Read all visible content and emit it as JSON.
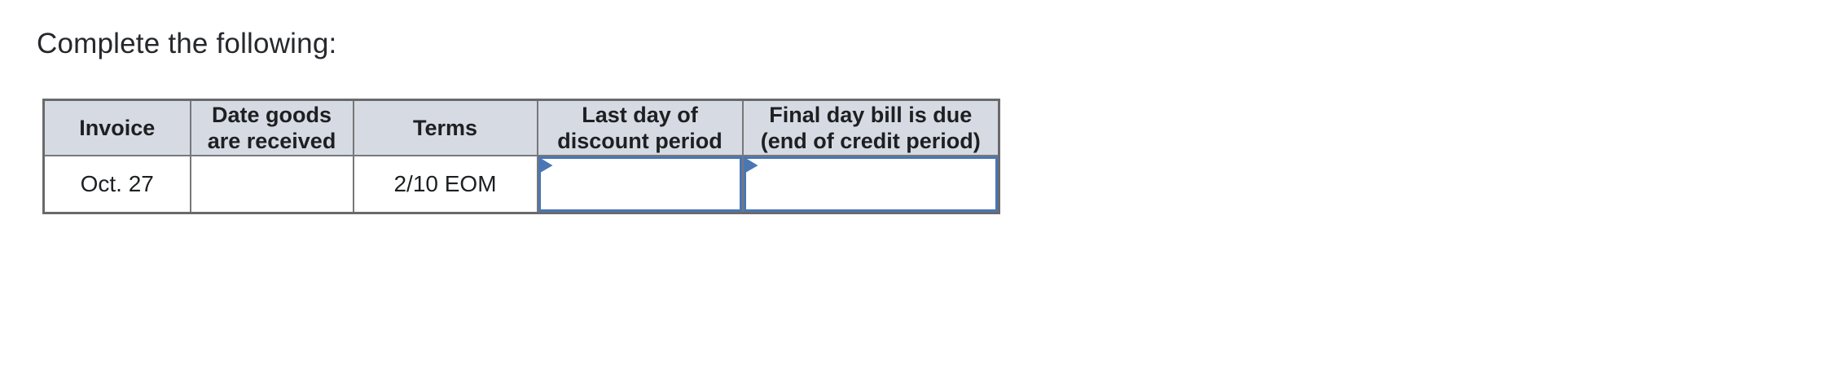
{
  "page": {
    "title": "Complete the following:"
  },
  "table": {
    "columns": [
      {
        "label": "Invoice"
      },
      {
        "label": "Date goods\nare received"
      },
      {
        "label": "Terms"
      },
      {
        "label": "Last day of\ndiscount period"
      },
      {
        "label": "Final day bill is due\n(end of credit period)"
      }
    ],
    "rows": [
      {
        "invoice": "Oct. 27",
        "date_goods_received": "",
        "terms": "2/10 EOM",
        "last_day_discount_input": "",
        "final_day_due_input": ""
      }
    ]
  },
  "icons": {
    "answer_flag": "flag-marker"
  },
  "colors": {
    "accent_blue": "#4a76b4",
    "header_bg": "#d6dae3",
    "border_gray": "#77787a",
    "text": "#1d1f21"
  }
}
